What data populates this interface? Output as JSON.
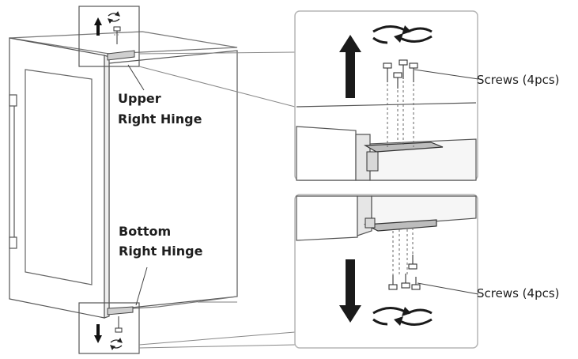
{
  "labels": {
    "upper_hinge_line1": "Upper",
    "upper_hinge_line2": "Right Hinge",
    "bottom_hinge_line1": "Bottom",
    "bottom_hinge_line2": "Right Hinge",
    "screws_top": "Screws (4pcs)",
    "screws_bottom": "Screws (4pcs)"
  },
  "icons": {
    "up_arrow": "arrow-up-icon",
    "down_arrow": "arrow-down-icon",
    "rotate": "rotate-icon",
    "screw": "screw-icon"
  },
  "colors": {
    "line": "#333333",
    "light_line": "#8a8a8a",
    "box_border": "#b5b5b5",
    "panel_fill": "#f3f3f3",
    "arrow_fill": "#1a1a1a"
  }
}
